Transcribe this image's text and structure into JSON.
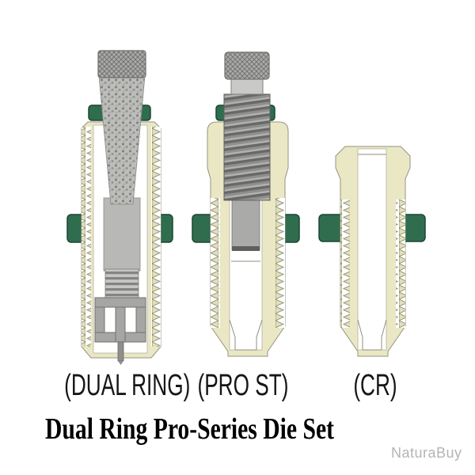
{
  "product": {
    "title": "Dual Ring Pro-Series Die Set"
  },
  "dies": [
    {
      "label": "(DUAL RING)"
    },
    {
      "label": "(PRO ST)"
    },
    {
      "label": "(CR)"
    }
  ],
  "watermark": "NaturaBuy",
  "colors": {
    "body_cream": "#eae8c4",
    "body_cream_dark": "#e0ddb4",
    "outline_olive": "#94937f",
    "lock_ring_green": "#2f6d4e",
    "lock_ring_green_dark": "#1c4733",
    "steel_light": "#b8b8b6",
    "steel_mid": "#929290",
    "steel_dark": "#6a6a68",
    "label_text": "#161616",
    "title_text": "#000000",
    "watermark_gray": "#b4b4b4",
    "background": "#ffffff"
  }
}
